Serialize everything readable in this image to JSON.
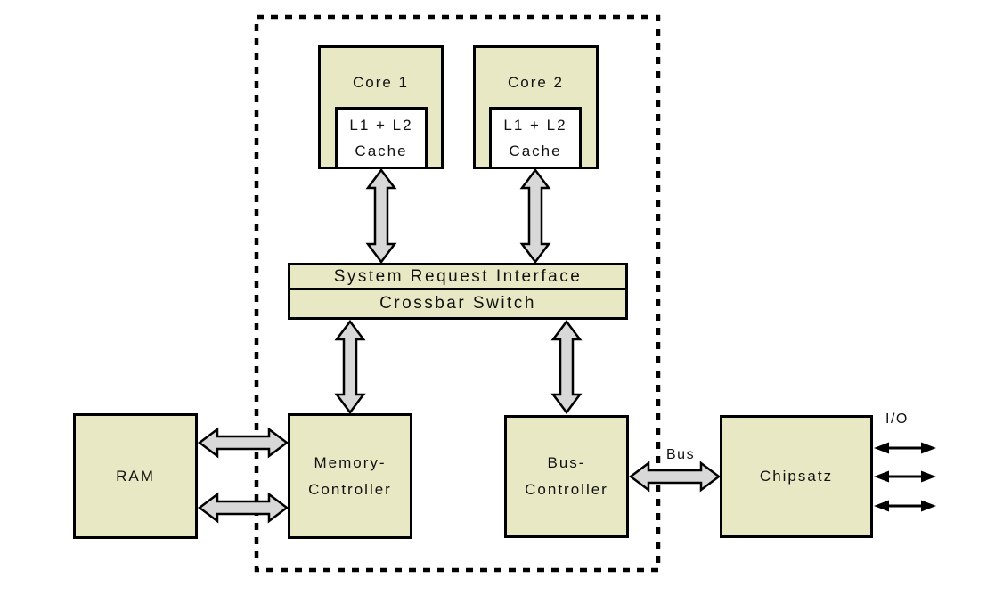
{
  "colors": {
    "background": "#ffffff",
    "box_fill": "#e8e8c4",
    "cache_fill": "#ffffff",
    "arrow_fill": "#d8d8d8",
    "outline": "#000000",
    "text": "#111111"
  },
  "boxes": {
    "core1": {
      "label": "Core 1"
    },
    "core2": {
      "label": "Core 2"
    },
    "cache1": {
      "line1": "L1 + L2",
      "line2": "Cache"
    },
    "cache2": {
      "line1": "L1 + L2",
      "line2": "Cache"
    },
    "system_request_interface": {
      "label": "System Request Interface"
    },
    "crossbar_switch": {
      "label": "Crossbar Switch"
    },
    "ram": {
      "label": "RAM"
    },
    "memory_controller": {
      "line1": "Memory-",
      "line2": "Controller"
    },
    "bus_controller": {
      "line1": "Bus-",
      "line2": "Controller"
    },
    "chipsatz": {
      "label": "Chipsatz"
    }
  },
  "labels": {
    "bus": "Bus",
    "io": "I/O"
  },
  "connections": [
    {
      "from": "Core 1 L1 + L2 Cache",
      "to": "System Request Interface",
      "style": "thick-double-arrow",
      "direction": "bidirectional"
    },
    {
      "from": "Core 2 L1 + L2 Cache",
      "to": "System Request Interface",
      "style": "thick-double-arrow",
      "direction": "bidirectional"
    },
    {
      "from": "Crossbar Switch",
      "to": "Memory-Controller",
      "style": "thick-double-arrow",
      "direction": "bidirectional"
    },
    {
      "from": "Crossbar Switch",
      "to": "Bus-Controller",
      "style": "thick-double-arrow",
      "direction": "bidirectional"
    },
    {
      "from": "RAM",
      "to": "Memory-Controller",
      "style": "thick-double-arrow",
      "count": 2,
      "direction": "bidirectional"
    },
    {
      "from": "Bus-Controller",
      "to": "Chipsatz",
      "style": "thick-double-arrow",
      "label": "Bus",
      "direction": "bidirectional"
    },
    {
      "from": "Chipsatz",
      "to": "I/O",
      "style": "thin-double-arrow",
      "count": 3,
      "direction": "bidirectional"
    }
  ]
}
